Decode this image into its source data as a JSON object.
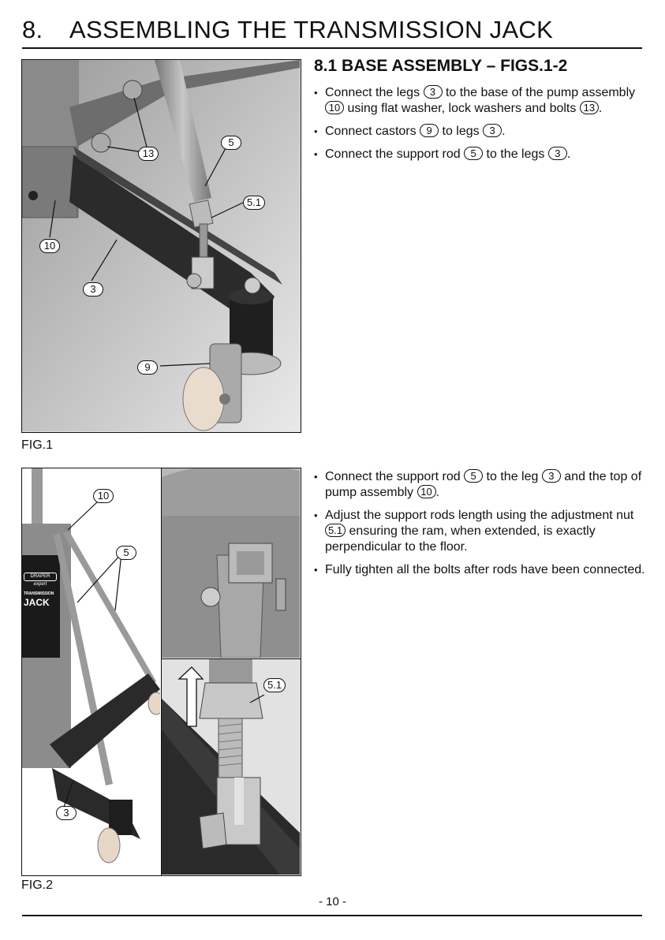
{
  "header": {
    "section_number": "8.",
    "title": "ASSEMBLING THE TRANSMISSION JACK"
  },
  "section1": {
    "heading": "8.1 BASE ASSEMBLY – FIGS.1-2",
    "bullets": [
      {
        "t1": "Connect the legs ",
        "r1": "3",
        "t2": " to the base of the pump assembly ",
        "r2": "10",
        "t3": " using flat washer, lock washers and bolts ",
        "r3": "13",
        "t4": "."
      },
      {
        "t1": "Connect castors ",
        "r1": "9",
        "t2": " to legs ",
        "r2": "3",
        "t3": "."
      },
      {
        "t1": "Connect the support rod ",
        "r1": "5",
        "t2": " to the legs ",
        "r2": "3",
        "t3": "."
      }
    ]
  },
  "section2": {
    "bullets": [
      {
        "t1": "Connect the support rod ",
        "r1": "5",
        "t2": " to the leg ",
        "r2": "3",
        "t3": " and the top of pump assembly ",
        "r3": "10",
        "t4": "."
      },
      {
        "t1": "Adjust the support rods length using the adjustment nut ",
        "r1": "5.1",
        "t2": " ensuring the ram, when extended, is exactly perpendicular to the floor."
      },
      {
        "t1": "Fully tighten all the bolts after rods have been connected."
      }
    ]
  },
  "fig1": {
    "caption": "FIG.1",
    "callouts": {
      "c13": "13",
      "c5": "5",
      "c51": "5.1",
      "c10": "10",
      "c3": "3",
      "c9": "9"
    }
  },
  "fig2": {
    "caption": "FIG.2",
    "label_brand": "DRAPER",
    "label_sub": "expert",
    "label_product_1": "TRANSMISSION",
    "label_product_2": "JACK",
    "callouts": {
      "c10": "10",
      "c5": "5",
      "c3": "3",
      "c51": "5.1"
    }
  },
  "footer": {
    "page_number": "- 10 -"
  }
}
